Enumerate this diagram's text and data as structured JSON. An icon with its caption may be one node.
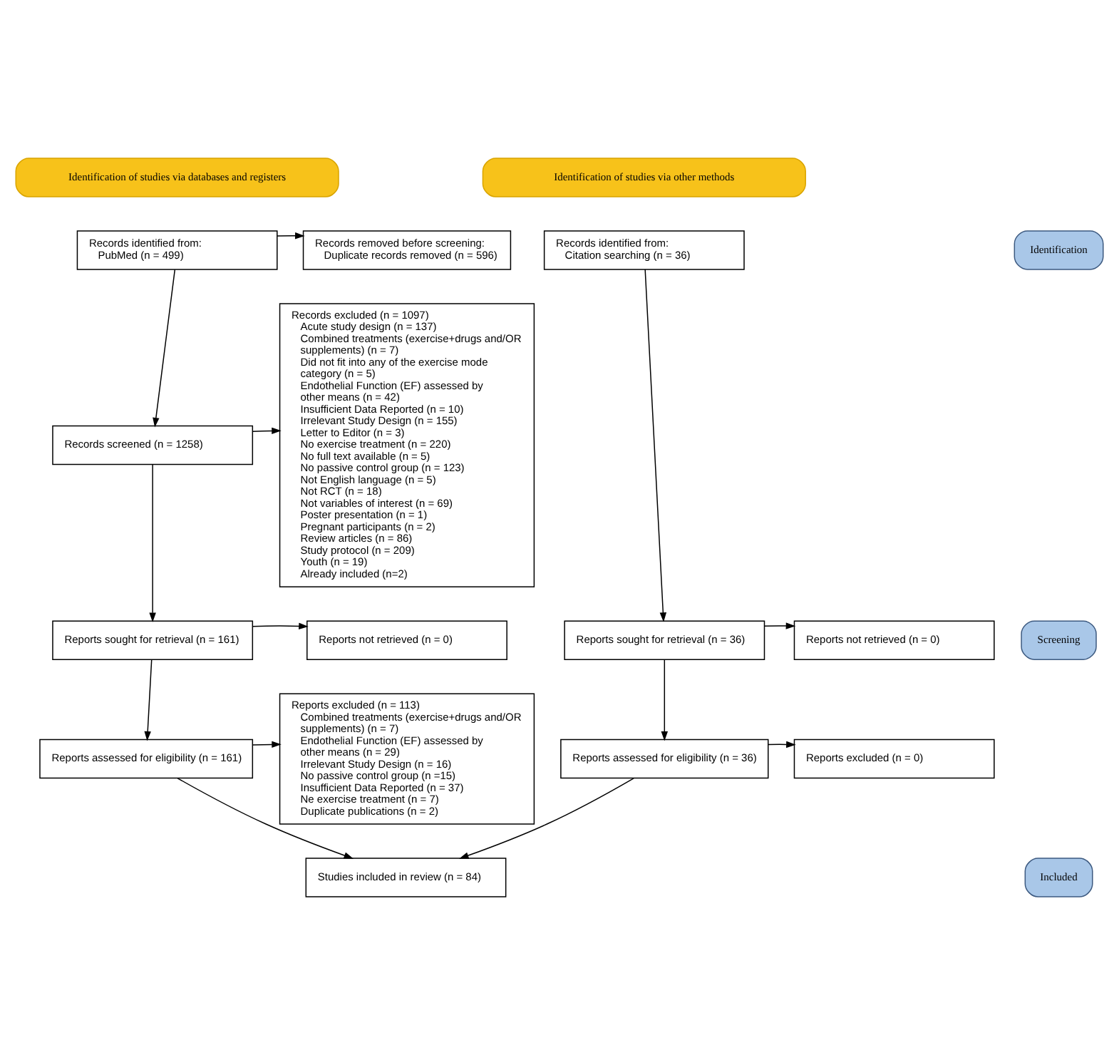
{
  "diagram": {
    "nodes": [
      {
        "text": [
          "Identification of studies via databases and registers"
        ]
      },
      {
        "text": [
          "Identification of studies via other methods"
        ]
      },
      {
        "text": [
          "Identification"
        ]
      },
      {
        "text": [
          "Screening"
        ]
      },
      {
        "text": [
          "Included"
        ]
      },
      {
        "text": [
          "Records identified from:",
          "PubMed (n = 499)"
        ]
      },
      {
        "text": [
          "Records removed before screening:",
          "Duplicate records removed (n = 596)"
        ]
      },
      {
        "text": [
          "Records identified from:",
          "Citation searching (n = 36)"
        ]
      },
      {
        "text": [
          "Records screened (n = 1258)"
        ]
      },
      {
        "text": [
          "Records excluded (n = 1097)",
          "Acute study design (n = 137)",
          "Combined treatments (exercise+drugs and/OR supplements) (n = 7)",
          "Did not fit into any of the exercise mode category (n = 5)",
          "Endothelial Function (EF) assessed by other means (n = 42)",
          "Insufficient Data Reported (n = 10)",
          "Irrelevant Study Design (n = 155)",
          "Letter to Editor (n = 3)",
          "No exercise treatment (n = 220)",
          "No full text available (n = 5)",
          "No passive control group (n = 123)",
          "Not English language (n = 5)",
          "Not RCT (n = 18)",
          "Not variables of interest (n = 69)",
          "Poster presentation (n = 1)",
          "Pregnant participants (n = 2)",
          "Review articles (n = 86)",
          "Study protocol (n = 209)",
          "Youth (n = 19)",
          "Already included (n=2)"
        ]
      },
      {
        "text": [
          "Reports sought for retrieval (n = 161)"
        ]
      },
      {
        "text": [
          "Reports not retrieved (n = 0)"
        ]
      },
      {
        "text": [
          "Reports sought for retrieval (n = 36)"
        ]
      },
      {
        "text": [
          "Reports not retrieved (n = 0)"
        ]
      },
      {
        "text": [
          "Reports assessed for eligibility (n = 161)"
        ]
      },
      {
        "text": [
          "Reports excluded (n = 113)",
          "Combined treatments (exercise+drugs and/OR supplements) (n = 7)",
          "Endothelial Function (EF) assessed by other means (n = 29)",
          "Irrelevant Study Design (n = 16)",
          "No passive control group (n =15)",
          "Insufficient Data Reported (n = 37)",
          "Ne exercise treatment (n = 7)",
          "Duplicate publications (n = 2)"
        ]
      },
      {
        "text": [
          "Reports assessed for eligibility (n = 36)"
        ]
      },
      {
        "text": [
          "Reports excluded (n = 0)"
        ]
      },
      {
        "text": [
          "Studies included in review (n = 84)"
        ]
      }
    ],
    "edges": [
      {
        "from": 5,
        "to": 6,
        "arrow": "to"
      },
      {
        "from": 5,
        "to": 8,
        "arrow": "to"
      },
      {
        "from": 8,
        "to": 9,
        "arrow": "to"
      },
      {
        "from": 8,
        "to": 10,
        "arrow": "to"
      },
      {
        "from": 10,
        "to": 11,
        "arrow": "to"
      },
      {
        "from": 10,
        "to": 14,
        "arrow": "to"
      },
      {
        "from": 14,
        "to": 15,
        "arrow": "to"
      },
      {
        "from": 14,
        "to": 18,
        "arrow": "to"
      },
      {
        "from": 7,
        "to": 12,
        "arrow": "to"
      },
      {
        "from": 12,
        "to": 13,
        "arrow": "to"
      },
      {
        "from": 12,
        "to": 16,
        "arrow": "to"
      },
      {
        "from": 16,
        "to": 17,
        "arrow": "to"
      },
      {
        "from": 16,
        "to": 18,
        "arrow": "to"
      }
    ]
  }
}
